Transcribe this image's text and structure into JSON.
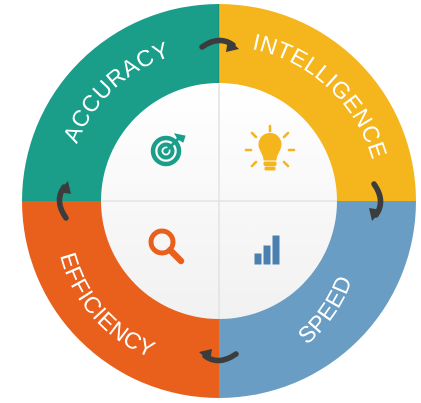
{
  "quadrants": [
    {
      "id": "accuracy",
      "label": "ACCURACY",
      "color": "#1a9e8a",
      "icon": "target-icon",
      "icon_color": "#1a9e8a"
    },
    {
      "id": "intelligence",
      "label": "INTELLIGENCE",
      "color": "#f5b51c",
      "icon": "lightbulb-icon",
      "icon_color": "#f5b51c"
    },
    {
      "id": "speed",
      "label": "SPEED",
      "color": "#6a9dc4",
      "icon": "bar-chart-icon",
      "icon_color": "#4a7fb0"
    },
    {
      "id": "efficiency",
      "label": "EFFICIENCY",
      "color": "#e8601c",
      "icon": "magnifier-icon",
      "icon_color": "#e8601c"
    }
  ],
  "arrow_color": "#3c3c3c",
  "inner_color": "#ffffff"
}
